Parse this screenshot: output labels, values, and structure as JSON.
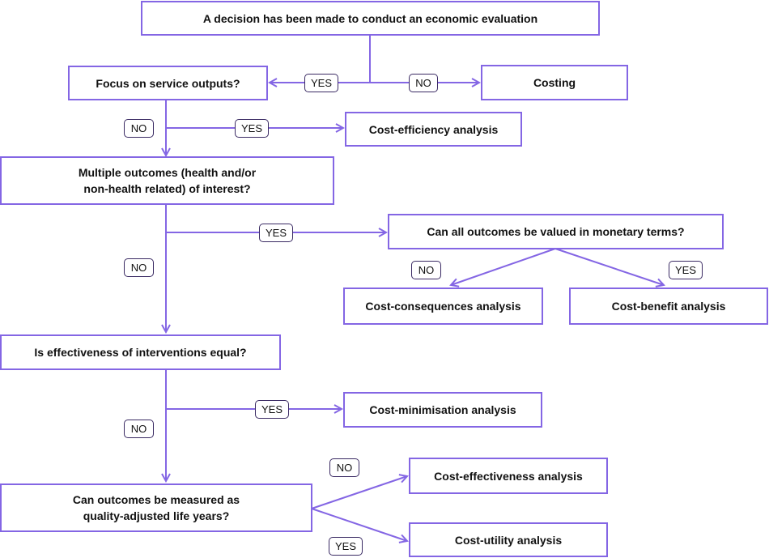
{
  "nodes": {
    "start": "A decision has been made to conduct an economic evaluation",
    "focus_outputs": "Focus on service outputs?",
    "costing": "Costing",
    "cost_efficiency": "Cost-efficiency analysis",
    "multiple_outcomes": "Multiple outcomes (health and/or\nnon-health related) of interest?",
    "monetary_terms": "Can all outcomes be valued in monetary terms?",
    "cost_consequences": "Cost-consequences analysis",
    "cost_benefit": "Cost-benefit analysis",
    "effectiveness_equal": "Is effectiveness of interventions equal?",
    "cost_minimisation": "Cost-minimisation analysis",
    "qaly_question": "Can outcomes be measured as\nquality-adjusted life years?",
    "cost_effectiveness": "Cost-effectiveness analysis",
    "cost_utility": "Cost-utility analysis"
  },
  "labels": {
    "yes": "YES",
    "no": "NO"
  },
  "colors": {
    "box_border": "#8466e4",
    "arrow": "#8466e4",
    "tag_border": "#3a2a63"
  }
}
